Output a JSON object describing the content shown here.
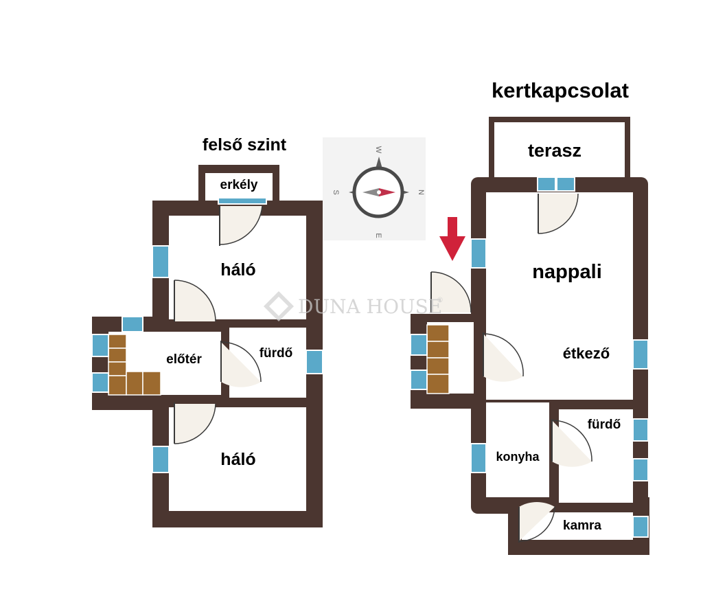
{
  "upper_floor": {
    "title": "felső szint",
    "rooms": {
      "balcony": "erkély",
      "bedroom_top": "háló",
      "hallway": "előtér",
      "bathroom": "fürdő",
      "bedroom_bottom": "háló"
    }
  },
  "ground_floor": {
    "title": "kertkapcsolat",
    "rooms": {
      "terrace": "terasz",
      "living_room": "nappali",
      "dining": "étkező",
      "bathroom": "fürdő",
      "kitchen": "konyha",
      "pantry": "kamra"
    }
  },
  "compass": {
    "W": "W",
    "E": "E",
    "S": "S",
    "N": "N"
  },
  "watermark": {
    "text": "DUNA HOUSE",
    "registered": "®"
  },
  "colors": {
    "wall": "#4b3630",
    "window": "#5aa9c9",
    "stairs": "#9c6a2f",
    "entrance_arrow": "#d0223a"
  }
}
